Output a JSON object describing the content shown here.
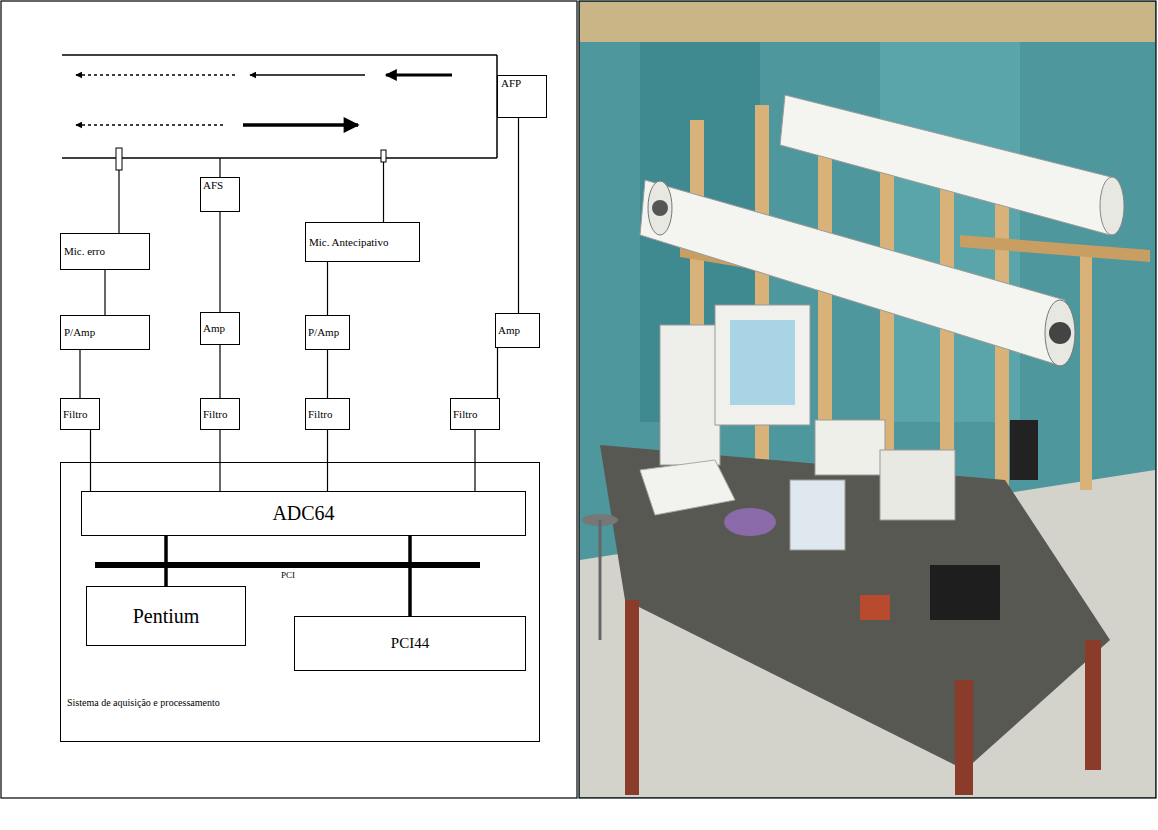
{
  "diagram": {
    "nodes": [
      {
        "text": [
          "AFP"
        ]
      },
      {
        "text": [
          "AFS"
        ]
      },
      {
        "text": [
          "Mic. erro"
        ]
      },
      {
        "text": [
          "Mic. Antecipativo"
        ]
      },
      {
        "text": [
          "P/Amp"
        ]
      },
      {
        "text": [
          "Amp"
        ]
      },
      {
        "text": [
          "P/Amp"
        ]
      },
      {
        "text": [
          "Amp"
        ]
      },
      {
        "text": [
          "Filtro"
        ]
      },
      {
        "text": [
          "Filtro"
        ]
      },
      {
        "text": [
          "Filtro"
        ]
      },
      {
        "text": [
          "Filtro"
        ]
      },
      {
        "text": [
          "Sistema de aquisição e processamento"
        ]
      },
      {
        "text": [
          "ADC64"
        ],
        "in": 12
      },
      {
        "text": [
          "Pentium"
        ],
        "in": 12
      },
      {
        "text": [
          "PCI44"
        ],
        "in": 12
      }
    ],
    "edges": [
      {
        "from": 2,
        "to": 4,
        "arrow": "none"
      },
      {
        "from": 4,
        "to": 8,
        "arrow": "none"
      },
      {
        "from": 8,
        "to": 13,
        "arrow": "none"
      },
      {
        "from": 1,
        "to": 5,
        "arrow": "none"
      },
      {
        "from": 5,
        "to": 9,
        "arrow": "none"
      },
      {
        "from": 9,
        "to": 13,
        "arrow": "none"
      },
      {
        "from": 3,
        "to": 6,
        "arrow": "none"
      },
      {
        "from": 6,
        "to": 10,
        "arrow": "none"
      },
      {
        "from": 10,
        "to": 13,
        "arrow": "none"
      },
      {
        "from": 0,
        "to": 7,
        "arrow": "none"
      },
      {
        "from": 7,
        "to": 11,
        "arrow": "none"
      },
      {
        "from": 11,
        "to": 13,
        "arrow": "none"
      },
      {
        "from": 13,
        "to": 14,
        "arrow": "none"
      },
      {
        "from": 13,
        "to": 15,
        "arrow": "none"
      }
    ],
    "labels": [
      "PCI"
    ]
  }
}
